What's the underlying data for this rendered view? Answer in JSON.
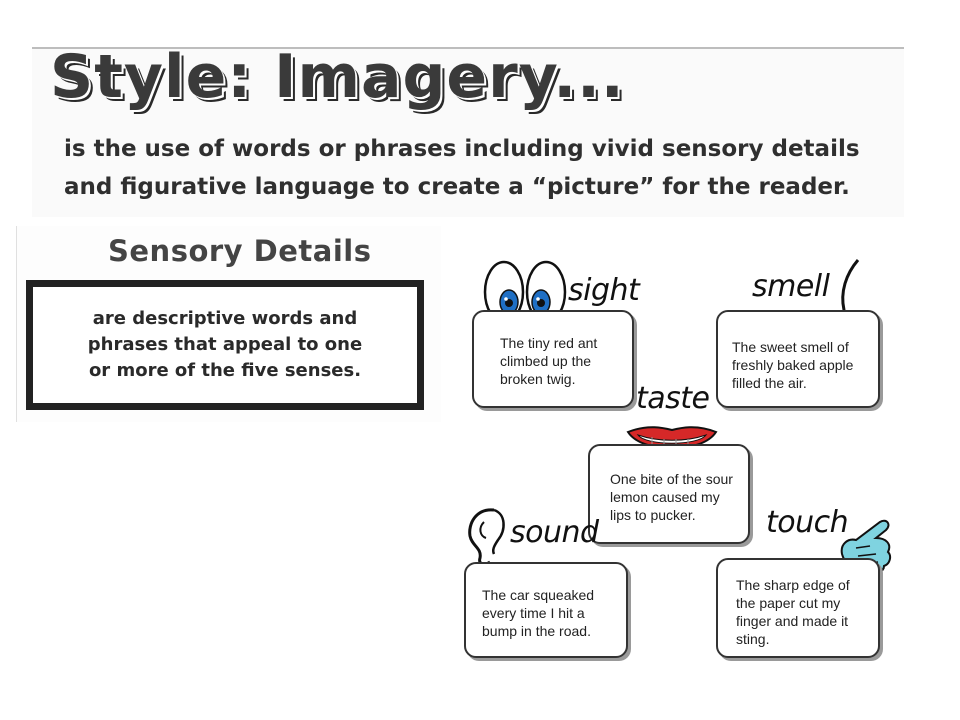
{
  "header": {
    "title": "Style: Imagery...",
    "definition": "is the use of words or phrases including vivid sensory details and figurative language to create a “picture” for the reader."
  },
  "sensory_details": {
    "title": "Sensory Details",
    "definition": "are descriptive words and phrases that appeal to one or more of the five senses."
  },
  "senses": {
    "sight": {
      "label": "sight",
      "example": "The tiny red ant climbed up the broken twig."
    },
    "smell": {
      "label": "smell",
      "example": "The sweet smell of freshly baked apple filled the air."
    },
    "taste": {
      "label": "taste",
      "example": "One bite of the sour lemon caused my lips to pucker."
    },
    "sound": {
      "label": "sound",
      "example": "The car squeaked every time I hit a bump in the road."
    },
    "touch": {
      "label": "touch",
      "example": "The sharp edge of the paper cut my finger and made it sting."
    }
  },
  "colors": {
    "eye_iris": "#1f6fc4",
    "lips": "#d62828",
    "hand": "#7fd3e0",
    "border": "#222222"
  }
}
